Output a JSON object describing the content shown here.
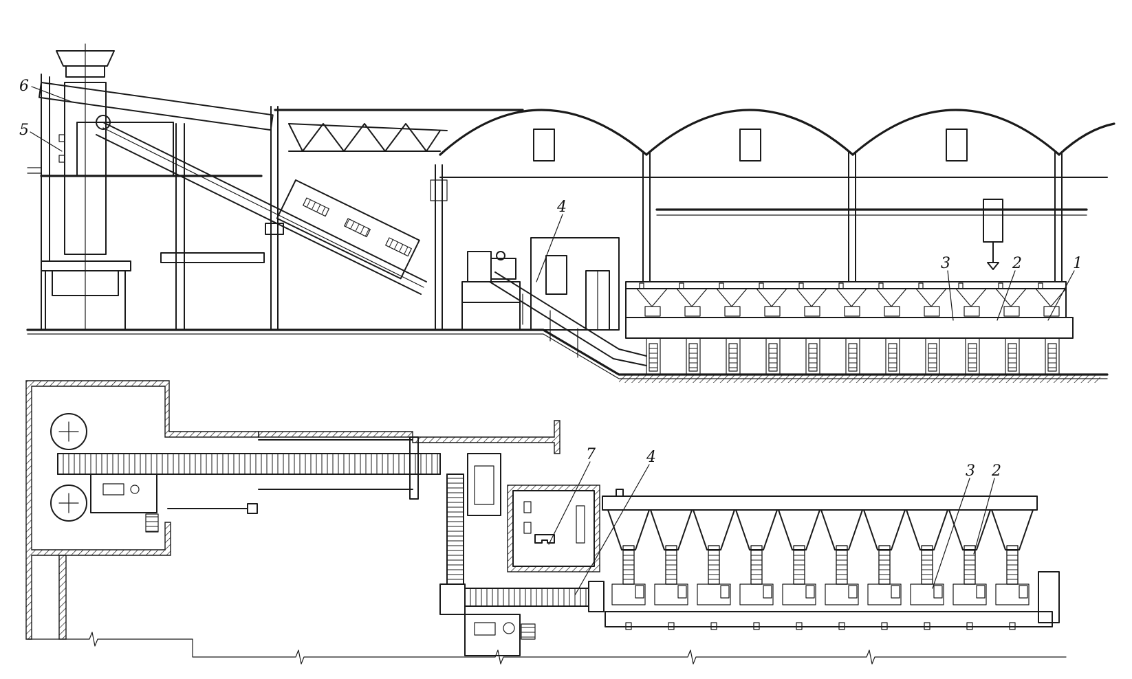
{
  "callouts_elevation": [
    "6",
    "5",
    "4",
    "3",
    "2",
    "1"
  ],
  "callouts_plan": [
    "7",
    "4",
    "3",
    "2"
  ],
  "line_color": "#1a1a1a",
  "background_color": "#ffffff"
}
